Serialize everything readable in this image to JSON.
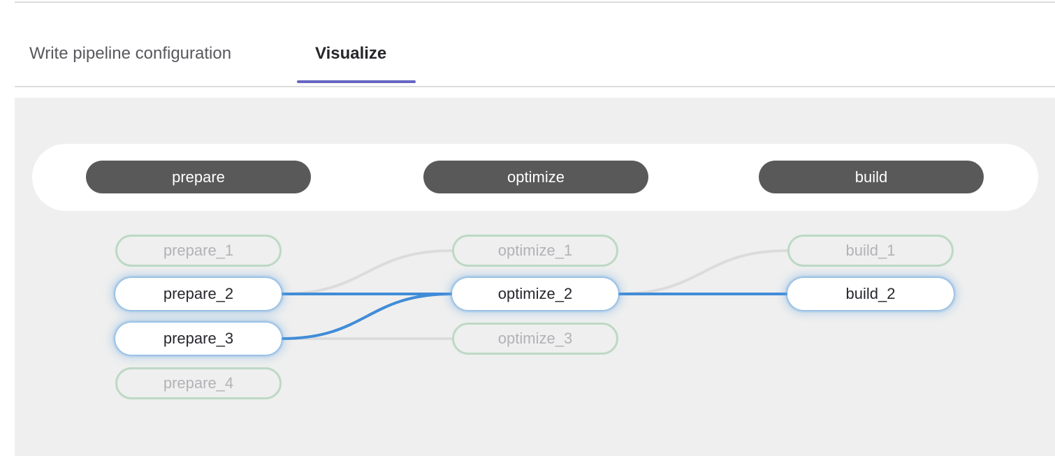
{
  "tabs": [
    {
      "label": "Write pipeline configuration",
      "active": false
    },
    {
      "label": "Visualize",
      "active": true
    }
  ],
  "colors": {
    "tab_underline": "#6666c4",
    "panel_background": "#efefef",
    "stage_pill_background": "#595959",
    "dimmed_job_border": "#bdd9c5",
    "dimmed_job_text": "#b2b2b7",
    "highlighted_link": "#418cd8",
    "dimmed_link": "#dcdcdc"
  },
  "pipeline": {
    "stages": [
      {
        "name": "prepare",
        "jobs": [
          {
            "name": "prepare_1",
            "state": "dimmed"
          },
          {
            "name": "prepare_2",
            "state": "highlighted"
          },
          {
            "name": "prepare_3",
            "state": "highlighted"
          },
          {
            "name": "prepare_4",
            "state": "dimmed"
          }
        ]
      },
      {
        "name": "optimize",
        "jobs": [
          {
            "name": "optimize_1",
            "state": "dimmed"
          },
          {
            "name": "optimize_2",
            "state": "highlighted"
          },
          {
            "name": "optimize_3",
            "state": "dimmed"
          }
        ]
      },
      {
        "name": "build",
        "jobs": [
          {
            "name": "build_1",
            "state": "dimmed"
          },
          {
            "name": "build_2",
            "state": "highlighted"
          }
        ]
      }
    ],
    "links": [
      {
        "from": "prepare_2",
        "to": "optimize_1",
        "state": "dimmed"
      },
      {
        "from": "prepare_3",
        "to": "optimize_3",
        "state": "dimmed"
      },
      {
        "from": "optimize_2",
        "to": "build_1",
        "state": "dimmed"
      },
      {
        "from": "prepare_2",
        "to": "optimize_2",
        "state": "highlighted"
      },
      {
        "from": "prepare_3",
        "to": "optimize_2",
        "state": "highlighted"
      },
      {
        "from": "optimize_2",
        "to": "build_2",
        "state": "highlighted"
      }
    ]
  }
}
